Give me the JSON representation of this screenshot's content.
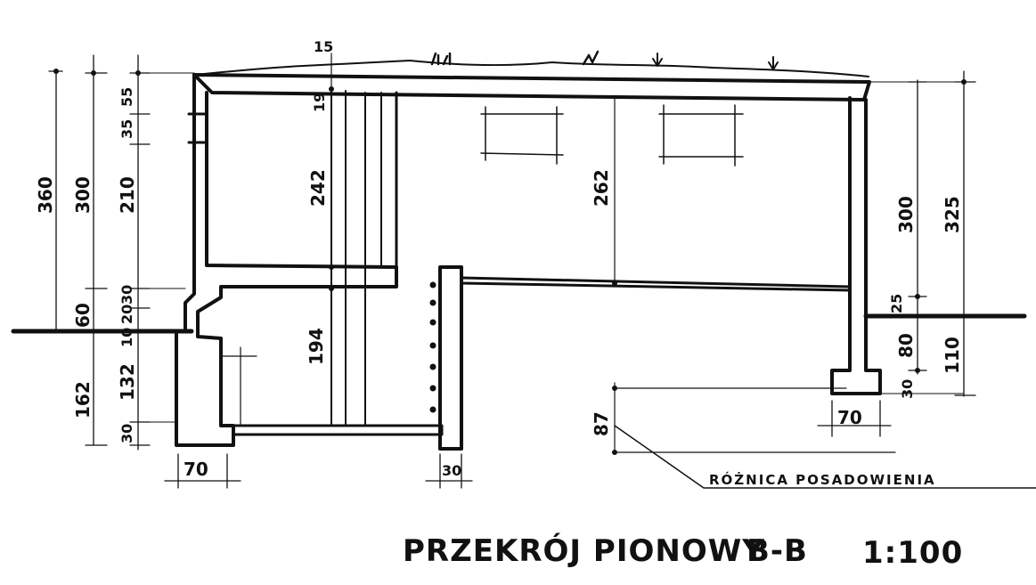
{
  "title": {
    "main": "PRZEKRÓJ PIONOWY",
    "section": "B-B",
    "scale": "1:100"
  },
  "annotation": "RÓŻNICA POSADOWIENIA",
  "dimensions": {
    "left_total": "360",
    "left_upper": "300",
    "left_base": "60",
    "left_lower": "162",
    "col_55": "55",
    "col_35": "35",
    "col_210": "210",
    "col_30": "30",
    "col_20": "20",
    "col_10": "10",
    "col_132": "132",
    "col_30_bottom": "30",
    "roof_15": "15",
    "roof_19": "19",
    "height_242": "242",
    "height_194": "194",
    "height_262": "262",
    "level_87": "87",
    "right_300": "300",
    "right_325": "325",
    "right_25": "25",
    "right_80": "80",
    "right_110": "110",
    "right_30": "30",
    "footing_left_70": "70",
    "footing_mid_30": "30",
    "footing_right_70": "70"
  }
}
